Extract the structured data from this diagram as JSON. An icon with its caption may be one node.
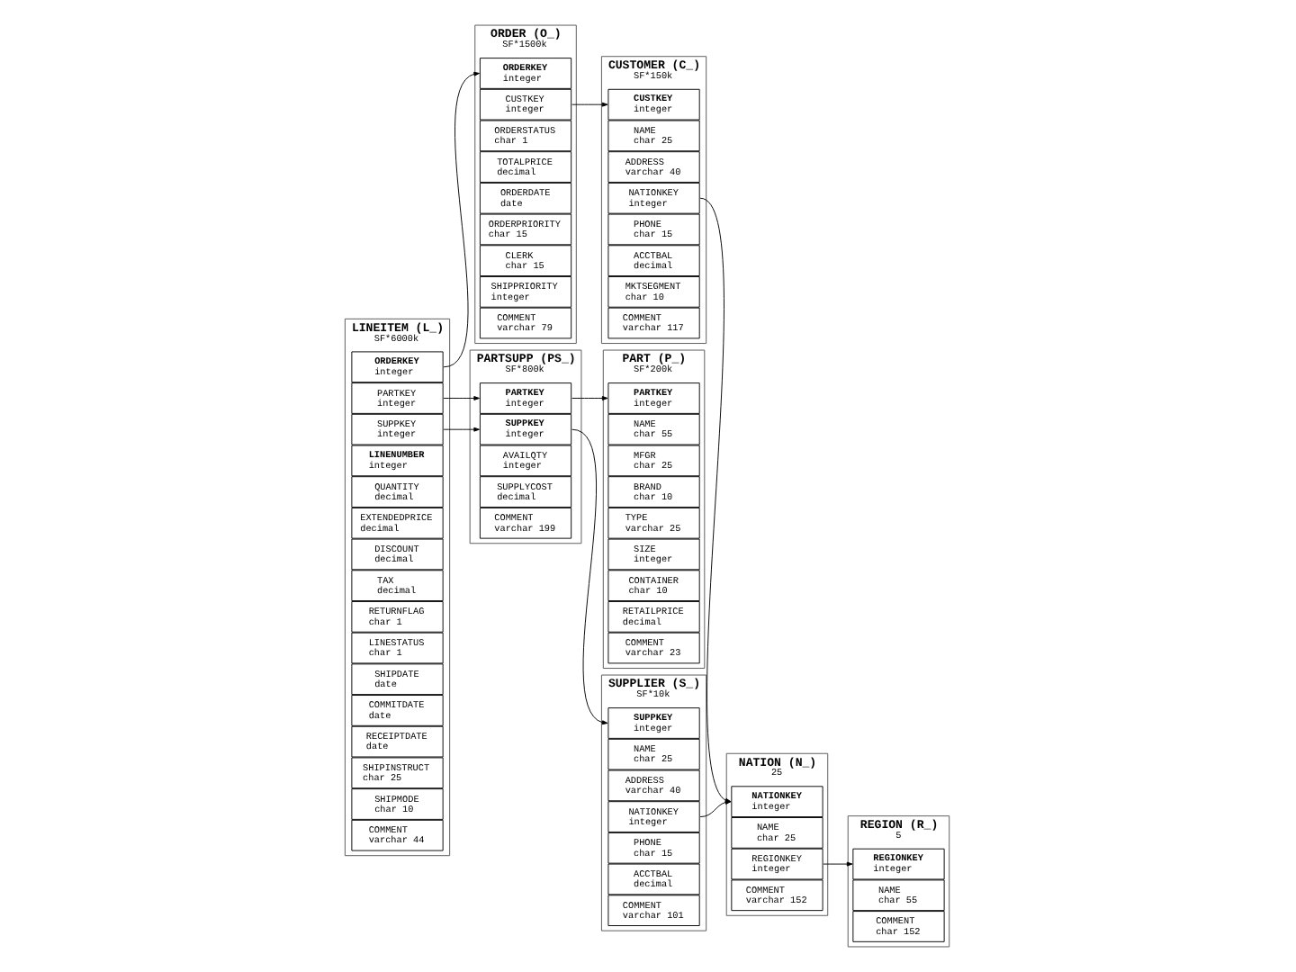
{
  "diagram": {
    "nodes": [
      {
        "text": [
          "PART (P_)",
          "SF*200k"
        ]
      },
      {
        "text": [
          "PARTKEY",
          "integer"
        ],
        "in": 0
      },
      {
        "text": [
          "NAME",
          "char 55"
        ],
        "in": 0
      },
      {
        "text": [
          "MFGR",
          "char 25"
        ],
        "in": 0
      },
      {
        "text": [
          "BRAND",
          "char 10"
        ],
        "in": 0
      },
      {
        "text": [
          "TYPE",
          "varchar 25"
        ],
        "in": 0
      },
      {
        "text": [
          "SIZE",
          "integer"
        ],
        "in": 0
      },
      {
        "text": [
          "CONTAINER",
          "char 10"
        ],
        "in": 0
      },
      {
        "text": [
          "RETAILPRICE",
          "decimal"
        ],
        "in": 0
      },
      {
        "text": [
          "COMMENT",
          "varchar 23"
        ],
        "in": 0
      },
      {
        "text": [
          "PARTSUPP (PS_)",
          "SF*800k"
        ]
      },
      {
        "text": [
          "PARTKEY",
          "integer"
        ],
        "in": 10
      },
      {
        "text": [
          "SUPPKEY",
          "integer"
        ],
        "in": 10
      },
      {
        "text": [
          "AVAILQTY",
          "integer"
        ],
        "in": 10
      },
      {
        "text": [
          "SUPPLYCOST",
          "decimal"
        ],
        "in": 10
      },
      {
        "text": [
          "COMMENT",
          "varchar 199"
        ],
        "in": 10
      },
      {
        "text": [
          "LINEITEM (L_)",
          "SF*6000k"
        ]
      },
      {
        "text": [
          "ORDERKEY",
          "integer"
        ],
        "in": 16
      },
      {
        "text": [
          "PARTKEY",
          "integer"
        ],
        "in": 16
      },
      {
        "text": [
          "SUPPKEY",
          "integer"
        ],
        "in": 16
      },
      {
        "text": [
          "LINENUMBER",
          "integer"
        ],
        "in": 16
      },
      {
        "text": [
          "QUANTITY",
          "decimal"
        ],
        "in": 16
      },
      {
        "text": [
          "EXTENDEDPRICE",
          "decimal"
        ],
        "in": 16
      },
      {
        "text": [
          "DISCOUNT",
          "decimal"
        ],
        "in": 16
      },
      {
        "text": [
          "TAX",
          "decimal"
        ],
        "in": 16
      },
      {
        "text": [
          "RETURNFLAG",
          "char 1"
        ],
        "in": 16
      },
      {
        "text": [
          "LINESTATUS",
          "char 1"
        ],
        "in": 16
      },
      {
        "text": [
          "SHIPDATE",
          "date"
        ],
        "in": 16
      },
      {
        "text": [
          "COMMITDATE",
          "date"
        ],
        "in": 16
      },
      {
        "text": [
          "RECEIPTDATE",
          "date"
        ],
        "in": 16
      },
      {
        "text": [
          "SHIPINSTRUCT",
          "char 25"
        ],
        "in": 16
      },
      {
        "text": [
          "SHIPMODE",
          "char 10"
        ],
        "in": 16
      },
      {
        "text": [
          "COMMENT",
          "varchar 44"
        ],
        "in": 16
      },
      {
        "text": [
          "ORDER (O_)",
          "SF*1500k"
        ]
      },
      {
        "text": [
          "ORDERKEY",
          "integer"
        ],
        "in": 33
      },
      {
        "text": [
          "CUSTKEY",
          "integer"
        ],
        "in": 33
      },
      {
        "text": [
          "ORDERSTATUS",
          "char 1"
        ],
        "in": 33
      },
      {
        "text": [
          "TOTALPRICE",
          "decimal"
        ],
        "in": 33
      },
      {
        "text": [
          "ORDERDATE",
          "date"
        ],
        "in": 33
      },
      {
        "text": [
          "ORDERPRIORITY",
          "char 15"
        ],
        "in": 33
      },
      {
        "text": [
          "CLERK",
          "char 15"
        ],
        "in": 33
      },
      {
        "text": [
          "SHIPPRIORITY",
          "integer"
        ],
        "in": 33
      },
      {
        "text": [
          "COMMENT",
          "varchar 79"
        ],
        "in": 33
      },
      {
        "text": [
          "CUSTOMER (C_)",
          "SF*150k"
        ]
      },
      {
        "text": [
          "CUSTKEY",
          "integer"
        ],
        "in": 43
      },
      {
        "text": [
          "NAME",
          "char 25"
        ],
        "in": 43
      },
      {
        "text": [
          "ADDRESS",
          "varchar 40"
        ],
        "in": 43
      },
      {
        "text": [
          "NATIONKEY",
          "integer"
        ],
        "in": 43
      },
      {
        "text": [
          "PHONE",
          "char 15"
        ],
        "in": 43
      },
      {
        "text": [
          "ACCTBAL",
          "decimal"
        ],
        "in": 43
      },
      {
        "text": [
          "MKTSEGMENT",
          "char 10"
        ],
        "in": 43
      },
      {
        "text": [
          "COMMENT",
          "varchar 117"
        ],
        "in": 43
      },
      {
        "text": [
          "SUPPLIER (S_)",
          "SF*10k"
        ]
      },
      {
        "text": [
          "SUPPKEY",
          "integer"
        ],
        "in": 52
      },
      {
        "text": [
          "NAME",
          "char 25"
        ],
        "in": 52
      },
      {
        "text": [
          "ADDRESS",
          "varchar 40"
        ],
        "in": 52
      },
      {
        "text": [
          "NATIONKEY",
          "integer"
        ],
        "in": 52
      },
      {
        "text": [
          "PHONE",
          "char 15"
        ],
        "in": 52
      },
      {
        "text": [
          "ACCTBAL",
          "decimal"
        ],
        "in": 52
      },
      {
        "text": [
          "COMMENT",
          "varchar 101"
        ],
        "in": 52
      },
      {
        "text": [
          "NATION (N_)",
          "25"
        ]
      },
      {
        "text": [
          "NATIONKEY",
          "integer"
        ],
        "in": 60
      },
      {
        "text": [
          "NAME",
          "char 25"
        ],
        "in": 60
      },
      {
        "text": [
          "REGIONKEY",
          "integer"
        ],
        "in": 60
      },
      {
        "text": [
          "COMMENT",
          "varchar 152"
        ],
        "in": 60
      },
      {
        "text": [
          "REGION (R_)",
          "5"
        ]
      },
      {
        "text": [
          "REGIONKEY",
          "integer"
        ],
        "in": 65
      },
      {
        "text": [
          "NAME",
          "char 55"
        ],
        "in": 65
      },
      {
        "text": [
          "COMMENT",
          "char 152"
        ],
        "in": 65
      }
    ],
    "edges": [
      {
        "from": 11,
        "to": 1,
        "arrow": "to"
      },
      {
        "from": 12,
        "to": 53,
        "arrow": "to"
      },
      {
        "from": 18,
        "to": 11,
        "arrow": "to"
      },
      {
        "from": 19,
        "to": 12,
        "arrow": "to"
      },
      {
        "from": 17,
        "to": 34,
        "arrow": "to"
      },
      {
        "from": 35,
        "to": 44,
        "arrow": "to"
      },
      {
        "from": 47,
        "to": 61,
        "arrow": "to"
      },
      {
        "from": 56,
        "to": 61,
        "arrow": "to"
      },
      {
        "from": 63,
        "to": 66,
        "arrow": "to"
      }
    ]
  }
}
